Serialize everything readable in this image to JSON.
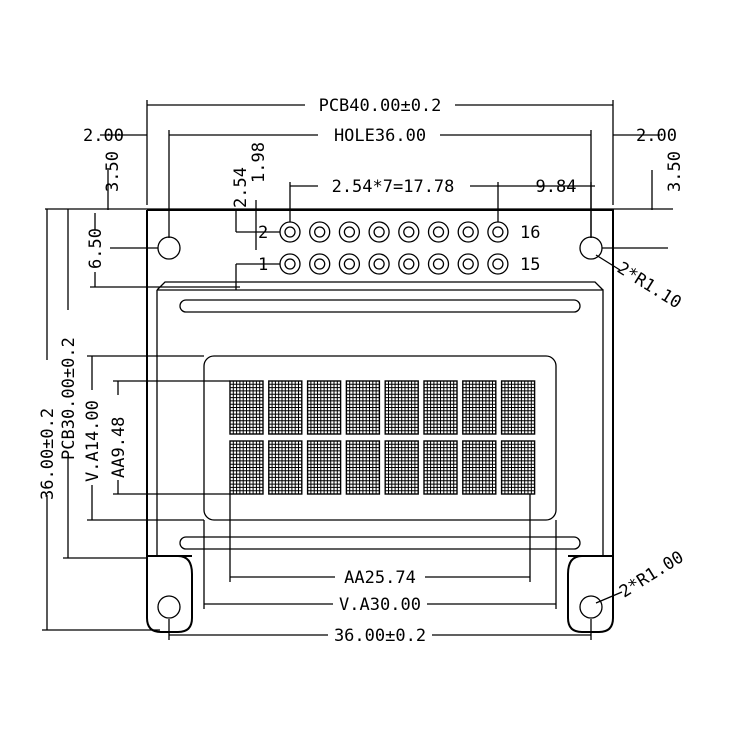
{
  "drawing": {
    "dimensions": {
      "pcb_width": "PCB40.00±0.2",
      "hole_spacing": "HOLE36.00",
      "left_offset": "2.00",
      "right_offset": "2.00",
      "left_top": "3.50",
      "right_top": "3.50",
      "pin_offset_a": "2.54",
      "pin_offset_b": "1.98",
      "pin_pitch": "2.54*7=17.78",
      "pin_right": "9.84",
      "hole_height": "6.50",
      "outline_height": "36.00±0.2",
      "pcb_height": "PCB30.00±0.2",
      "va_height": "V.A14.00",
      "aa_height": "AA9.48",
      "aa_width": "AA25.74",
      "va_width": "V.A30.00",
      "bottom_width": "36.00±0.2",
      "radius_top": "2*R1.10",
      "radius_bottom": "2*R1.00"
    },
    "pins": {
      "row_top_first": "2",
      "row_top_last": "16",
      "row_bottom_first": "1",
      "row_bottom_last": "15",
      "per_row": 8
    },
    "display": {
      "rows": 2,
      "chars_per_row": 8,
      "dot_cols": 5,
      "dot_rows": 8
    }
  }
}
